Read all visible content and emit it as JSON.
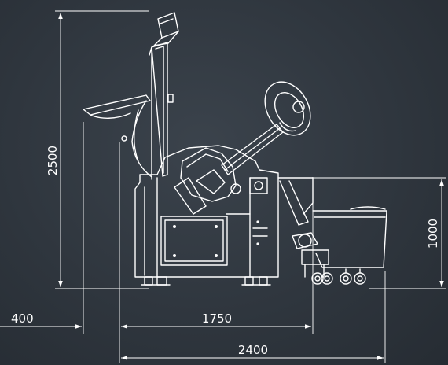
{
  "drawing": {
    "dimensions": {
      "height_total": "2500",
      "height_right": "1000",
      "width_left": "400",
      "width_middle": "1750",
      "width_total": "2400"
    },
    "colors": {
      "background": "#2f363e",
      "lines": "#ffffff"
    }
  }
}
